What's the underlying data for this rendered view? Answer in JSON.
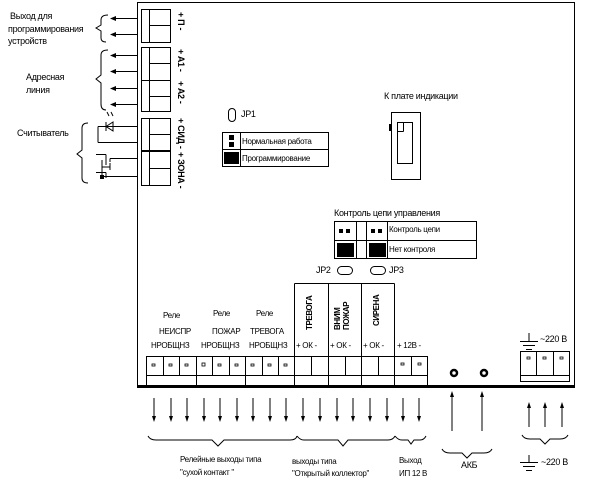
{
  "left_labels": {
    "programming_output": [
      "Выход для",
      "программирования",
      "устройств"
    ],
    "address_line": [
      "Адресная",
      "линия"
    ],
    "reader": "Считыватель"
  },
  "terminals_left": {
    "prog": "+ П -",
    "a1": "+ A1 -",
    "a2": "+ A2 -",
    "led": "+ СИД -",
    "zone": "+ ЗОНА -"
  },
  "jp1": {
    "label": "JP1",
    "legend": [
      {
        "state": "open",
        "label": "Нормальная работа"
      },
      {
        "state": "closed",
        "label": "Программирование"
      }
    ]
  },
  "indication": {
    "label": "К плате индикации"
  },
  "control_circuit": {
    "title": "Контроль цепи управления",
    "legend": [
      {
        "state": "open",
        "label": "Контроль цепи"
      },
      {
        "state": "closed",
        "label": "Нет  контроля"
      }
    ]
  },
  "jp2": {
    "label": "JP2"
  },
  "jp3": {
    "label": "JP3"
  },
  "relays": [
    {
      "title": "Реле",
      "name": "НЕИСПР",
      "contacts": "НРОБЩНЗ"
    },
    {
      "title": "Реле",
      "name": "ПОЖАР",
      "contacts": "НРОБЩНЗ"
    },
    {
      "title": "Реле",
      "name": "ТРЕВОГА",
      "contacts": "НРОБЩНЗ"
    }
  ],
  "ok_outputs": [
    {
      "name": [
        "ТРЕВОГА"
      ],
      "pins": "+ ОК -"
    },
    {
      "name": [
        "ВНИМ",
        "ПОЖАР"
      ],
      "pins": "+ ОК -"
    },
    {
      "name": [
        "СИРЕНА"
      ],
      "pins": "+ ОК -"
    }
  ],
  "power_out": {
    "pins": "+ 12В -"
  },
  "mains": {
    "label": "~220 В"
  },
  "bottom_labels": {
    "relay_outputs": [
      "Релейные выходы типа",
      "\"сухой контакт \""
    ],
    "ok_outputs": [
      "выходы типа",
      "\"Открытый коллектор\""
    ],
    "psu_output": [
      "Выход",
      "ИП 12 В"
    ],
    "battery": "АКБ",
    "mains": "~220 В"
  }
}
